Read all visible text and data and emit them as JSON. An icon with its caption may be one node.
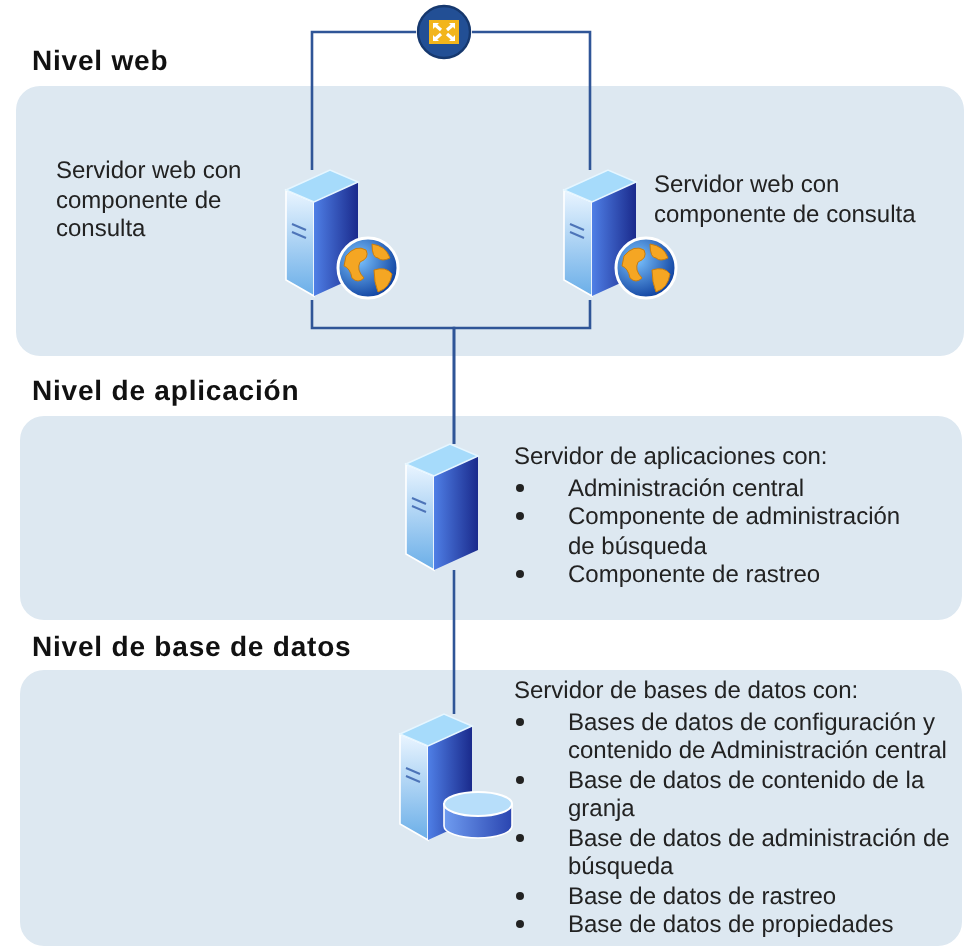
{
  "diagram": {
    "nodes": [
      {
        "text": [],
        "shape": "picture"
      },
      {
        "text": [
          "Nivel web"
        ]
      },
      {
        "text": [],
        "shape": "picture",
        "in": 1,
        "beside": [
          "Servidor web con componente de consulta"
        ]
      },
      {
        "text": [],
        "shape": "picture",
        "in": 1,
        "beside": [
          "Servidor web con componente de consulta"
        ]
      },
      {
        "text": [
          "Nivel de aplicación"
        ]
      },
      {
        "text": [],
        "shape": "picture",
        "in": 4,
        "beside": [
          "Servidor de aplicaciones con:",
          "Administración central",
          "Componente de administración de búsqueda",
          "Componente de rastreo"
        ]
      },
      {
        "text": [
          "Nivel de base de datos"
        ]
      },
      {
        "text": [],
        "shape": "picture",
        "in": 6,
        "beside": [
          "Servidor de bases de datos con:",
          "Bases de datos de configuración y contenido de Administración central",
          "Base de datos de contenido de la granja",
          "Base de datos de administración de búsqueda",
          "Base de datos de rastreo",
          "Base de datos de propiedades"
        ]
      }
    ],
    "edges": [
      {
        "from": 0,
        "to": 2,
        "arrow": "none"
      },
      {
        "from": 0,
        "to": 3,
        "arrow": "none"
      },
      {
        "from": 2,
        "to": 5,
        "arrow": "none"
      },
      {
        "from": 3,
        "to": 5,
        "arrow": "none"
      },
      {
        "from": 5,
        "to": 7,
        "arrow": "none"
      }
    ]
  }
}
